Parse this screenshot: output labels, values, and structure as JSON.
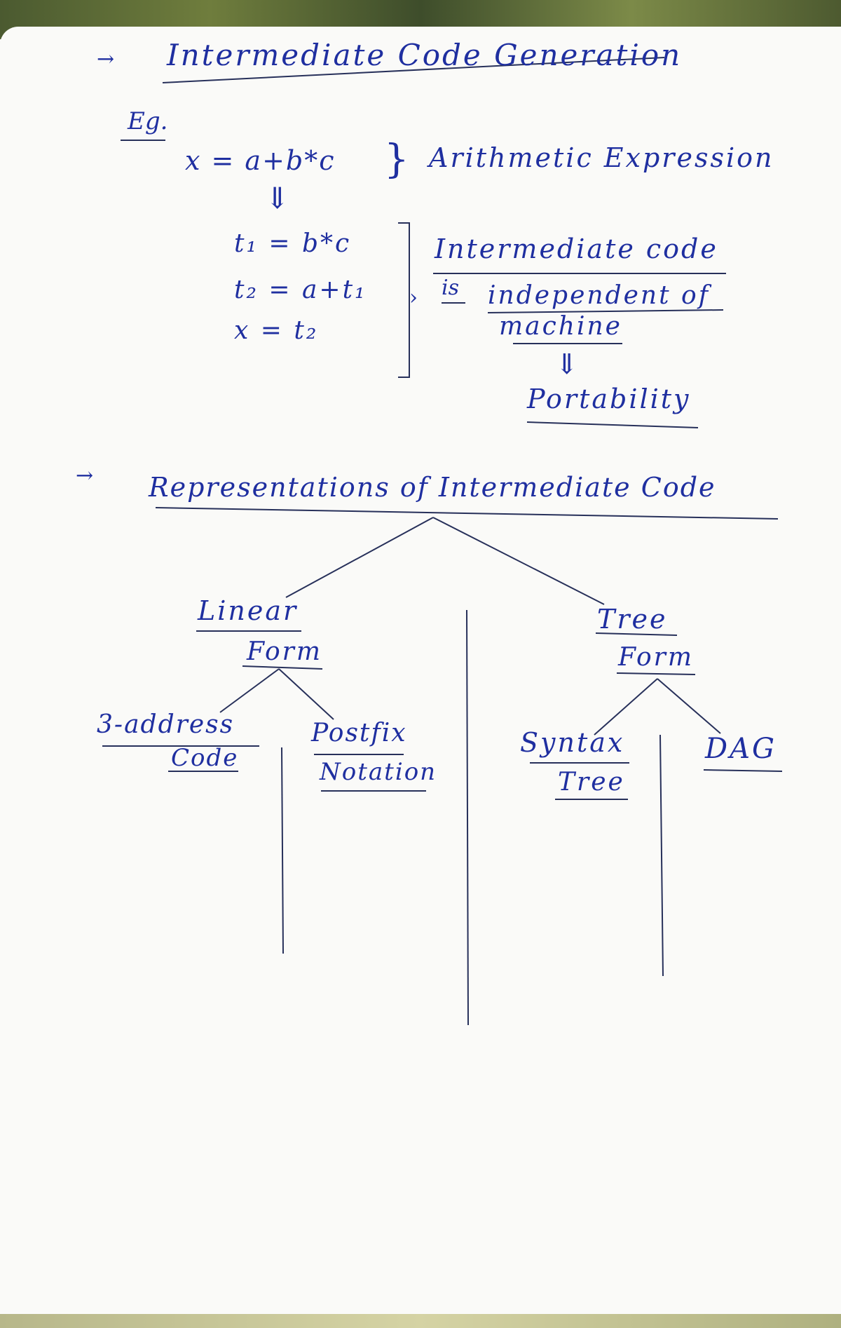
{
  "heading": {
    "arrow": "→",
    "title": "Intermediate Code Generation"
  },
  "example": {
    "label": "Eg.",
    "expression": "x = a+b*c",
    "brace": "}",
    "expression_note": "Arithmetic Expression",
    "down_arrow": "⇓",
    "steps": [
      "t₁ = b*c",
      "t₂ = a+t₁",
      "x = t₂"
    ],
    "note_line1": "Intermediate code",
    "note_line2_prefix": "is",
    "note_line2": "independent of",
    "note_line3": "machine",
    "note_arrow": "⇓",
    "result": "Portability"
  },
  "representations": {
    "arrow": "→",
    "title": "Representations of Intermediate Code",
    "linear": {
      "label_line1": "Linear",
      "label_line2": "Form",
      "children": [
        {
          "line1": "3-address",
          "line2": "Code"
        },
        {
          "line1": "Postfix",
          "line2": "Notation"
        }
      ]
    },
    "tree": {
      "label_line1": "Tree",
      "label_line2": "Form",
      "children": [
        {
          "line1": "Syntax",
          "line2": "Tree"
        },
        {
          "line1": "DAG",
          "line2": ""
        }
      ]
    }
  }
}
